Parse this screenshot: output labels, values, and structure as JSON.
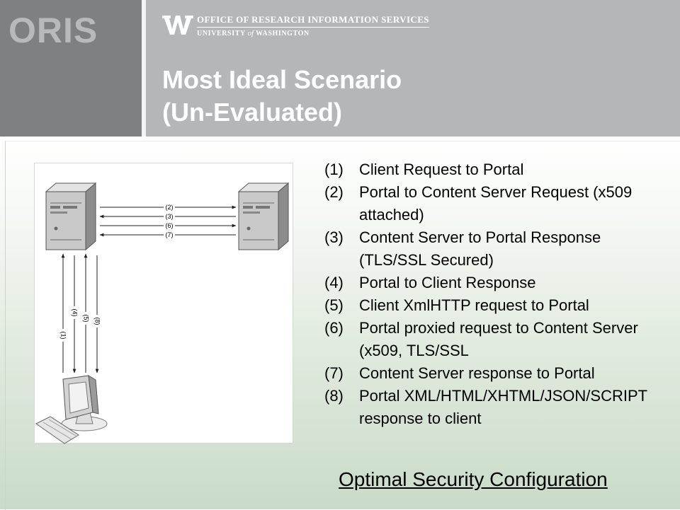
{
  "header": {
    "logo": "ORIS",
    "uw_line1": "OFFICE OF RESEARCH INFORMATION SERVICES",
    "uw_line2_a": "UNIVERSITY",
    "uw_line2_of": "of",
    "uw_line2_b": "WASHINGTON"
  },
  "slide": {
    "title_line1": "Most Ideal Scenario",
    "title_line2": "(Un-Evaluated)"
  },
  "diagram": {
    "horizontal_labels": [
      "(2)",
      "(3)",
      "(6)",
      "(7)"
    ],
    "vertical_labels": [
      "(1)",
      "(4)",
      "(5)",
      "(8)"
    ]
  },
  "steps": [
    {
      "num": "(1)",
      "text": "Client Request to Portal"
    },
    {
      "num": "(2)",
      "text": "Portal to Content Server Request (x509 attached)"
    },
    {
      "num": "(3)",
      "text": "Content Server to Portal Response (TLS/SSL Secured)"
    },
    {
      "num": "(4)",
      "text": "Portal to Client Response"
    },
    {
      "num": "(5)",
      "text": "Client XmlHTTP request to Portal"
    },
    {
      "num": "(6)",
      "text": "Portal proxied request to Content Server (x509, TLS/SSL"
    },
    {
      "num": "(7)",
      "text": "Content Server response to Portal"
    },
    {
      "num": "(8)",
      "text": "Portal XML/HTML/XHTML/JSON/SCRIPT response to client"
    }
  ],
  "footer": "Optimal Security Configuration",
  "colors": {
    "header_left": "#7f8082",
    "header_right": "#b5b6b8",
    "logo_text": "#b8b9bb",
    "title_text": "#ffffff",
    "content_gradient_bottom": "#c9dbc8"
  }
}
